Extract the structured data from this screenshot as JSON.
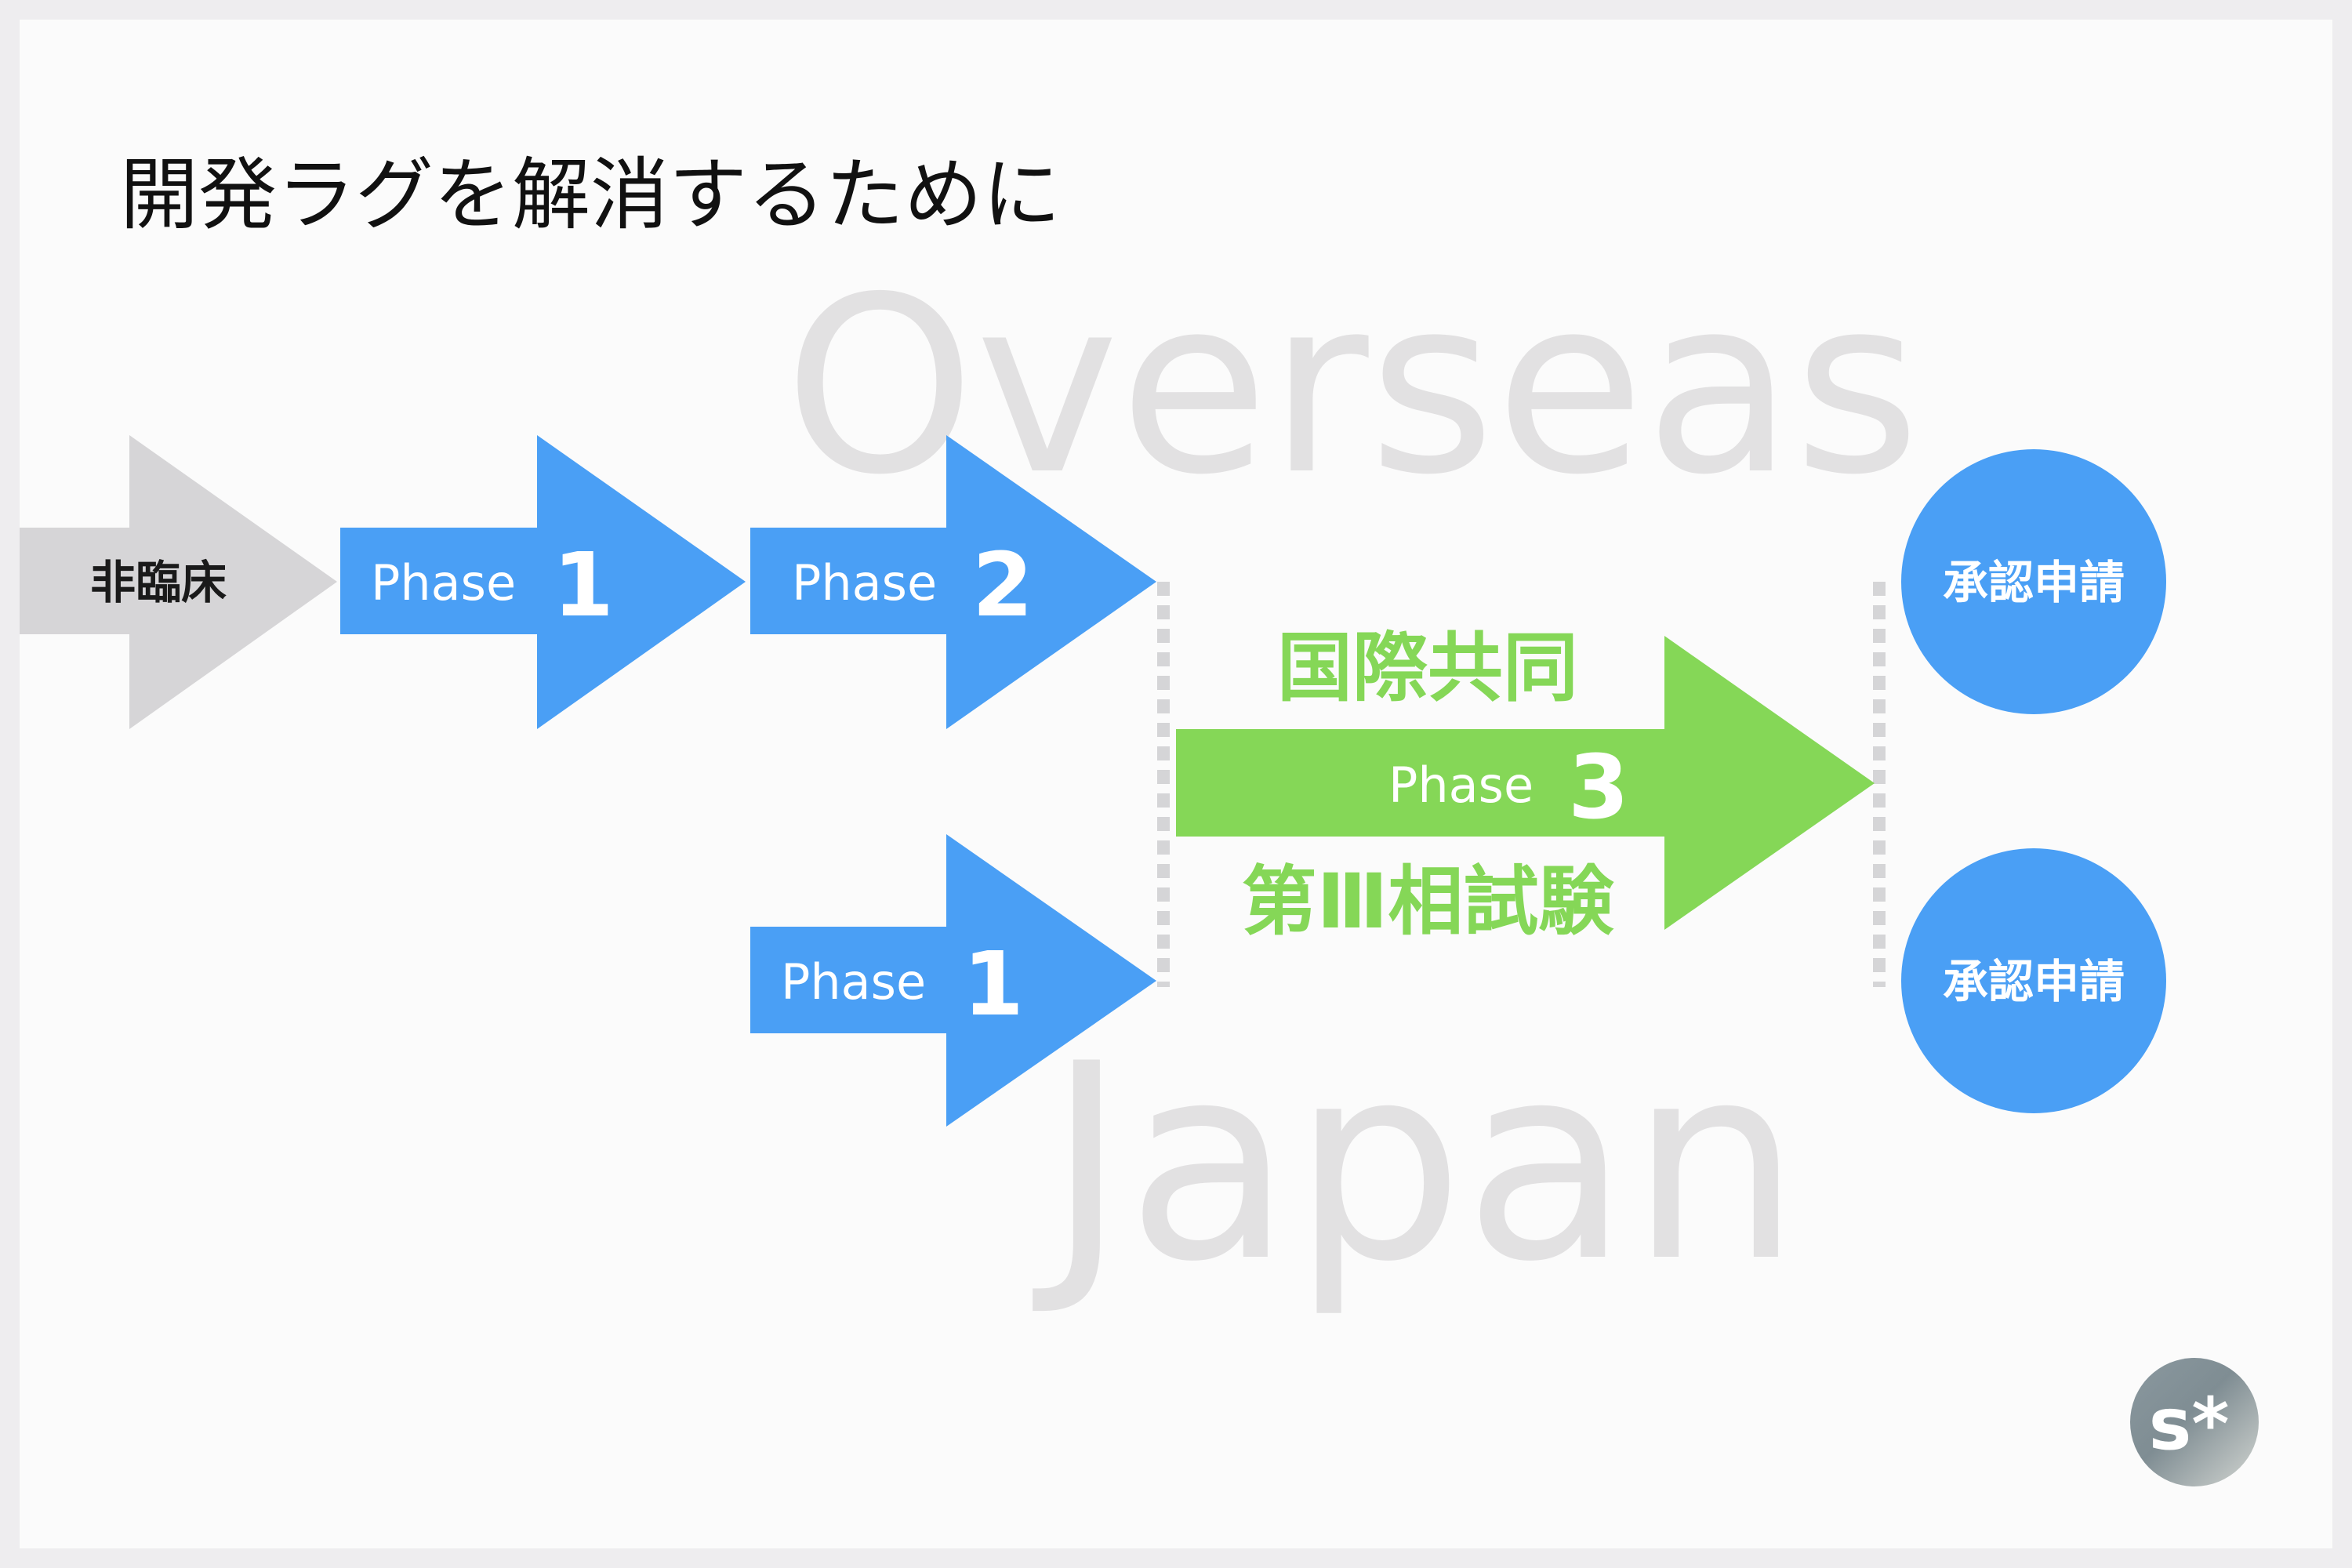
{
  "title": "開発ラグを解消するために",
  "watermarks": {
    "top": "Overseas",
    "bottom": "Japan"
  },
  "arrows": {
    "preclinical": {
      "label": "非臨床"
    },
    "phase1_overseas": {
      "label": "Phase",
      "number": "1"
    },
    "phase2_overseas": {
      "label": "Phase",
      "number": "2"
    },
    "phase1_japan": {
      "label": "Phase",
      "number": "1"
    },
    "phase3_global": {
      "label": "Phase",
      "number": "3",
      "caption_top": "国際共同",
      "caption_bottom": "第Ⅲ相試験"
    }
  },
  "approvals": [
    {
      "label": "承認申請"
    },
    {
      "label": "承認申請"
    }
  ],
  "logo": {
    "text": "s*"
  },
  "colors": {
    "blue": "#4a9ff5",
    "green": "#85d757",
    "gray": "#d6d5d7",
    "watermark": "#e2e1e2"
  }
}
